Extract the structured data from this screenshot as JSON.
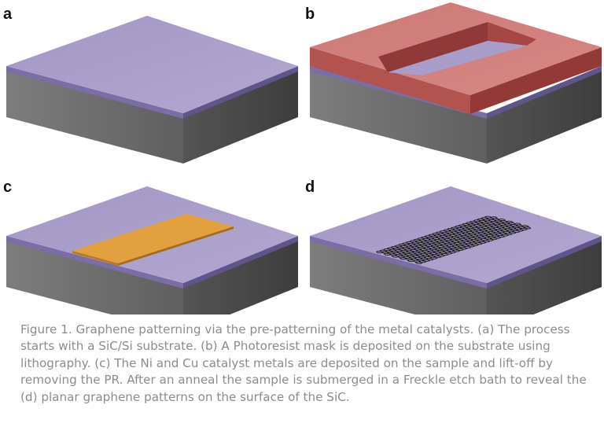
{
  "panels": [
    {
      "id": "a",
      "label": "a"
    },
    {
      "id": "b",
      "label": "b"
    },
    {
      "id": "c",
      "label": "c"
    },
    {
      "id": "d",
      "label": "d"
    }
  ],
  "colors": {
    "purple_top": "#a79cc7",
    "purple_side_light": "#7b6da6",
    "purple_side_dark": "#63588c",
    "substrate_light": "#7a7a7a",
    "substrate_dark": "#555555",
    "photoresist_top": "#d17e7b",
    "photoresist_side_light": "#b25350",
    "photoresist_side_dark": "#933a38",
    "catalyst_metal": "#e3a03f",
    "graphene": "#1c1c1c",
    "caption_text": "#8c8c8c"
  },
  "caption": {
    "lines": [
      "Figure 1. Graphene patterning via the pre-patterning of the metal catalysts. (a) The process",
      "starts with a SiC/Si substrate. (b) A Photoresist mask is deposited on the substrate using",
      "lithography. (c) The Ni and Cu catalyst metals are deposited on the sample and lift-off by",
      "removing the PR. After an anneal the sample is submerged in a Freckle etch bath to reveal the",
      "(d) planar graphene patterns on the surface of the SiC."
    ]
  }
}
